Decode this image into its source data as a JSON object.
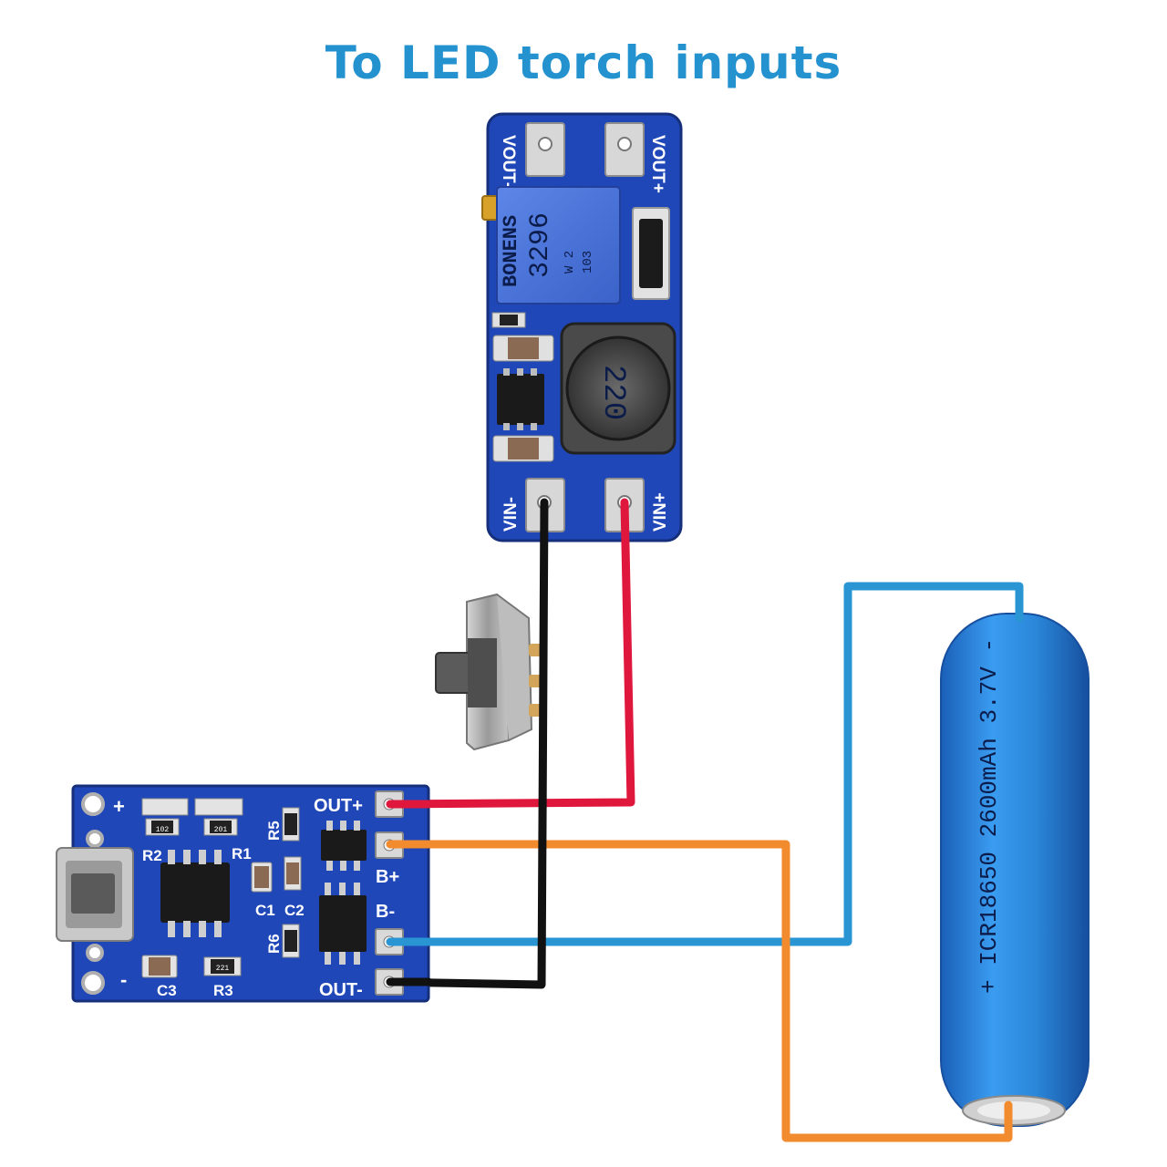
{
  "title": "To LED torch inputs",
  "boost_module": {
    "pads": {
      "vout_minus": "VOUT-",
      "vout_plus": "VOUT+",
      "vin_minus": "VIN-",
      "vin_plus": "VIN+"
    },
    "pot_text": [
      "BONENS",
      "3296",
      "W 2",
      "103"
    ],
    "inductor_text": "220"
  },
  "charger_module": {
    "labels": {
      "out_plus": "OUT+",
      "out_minus": "OUT-",
      "b_plus": "B+",
      "b_minus": "B-",
      "plus": "+",
      "minus": "-",
      "r2": "R2",
      "r1": "R1",
      "r5": "R5",
      "r6": "R6",
      "r3": "R3",
      "c1": "C1",
      "c2": "C2",
      "c3": "C3"
    },
    "smd_codes": {
      "r2": "102",
      "r1": "201",
      "r3": "221"
    }
  },
  "battery": {
    "label": "+ ICR18650 2600mAh 3.7V -"
  },
  "colors": {
    "title": "#2592d0",
    "pcb": "#1f47b8",
    "wire_red": "#e0173c",
    "wire_black": "#111111",
    "wire_blue": "#2a95d3",
    "wire_orange": "#f28a2e",
    "battery": "#2a86d8"
  }
}
